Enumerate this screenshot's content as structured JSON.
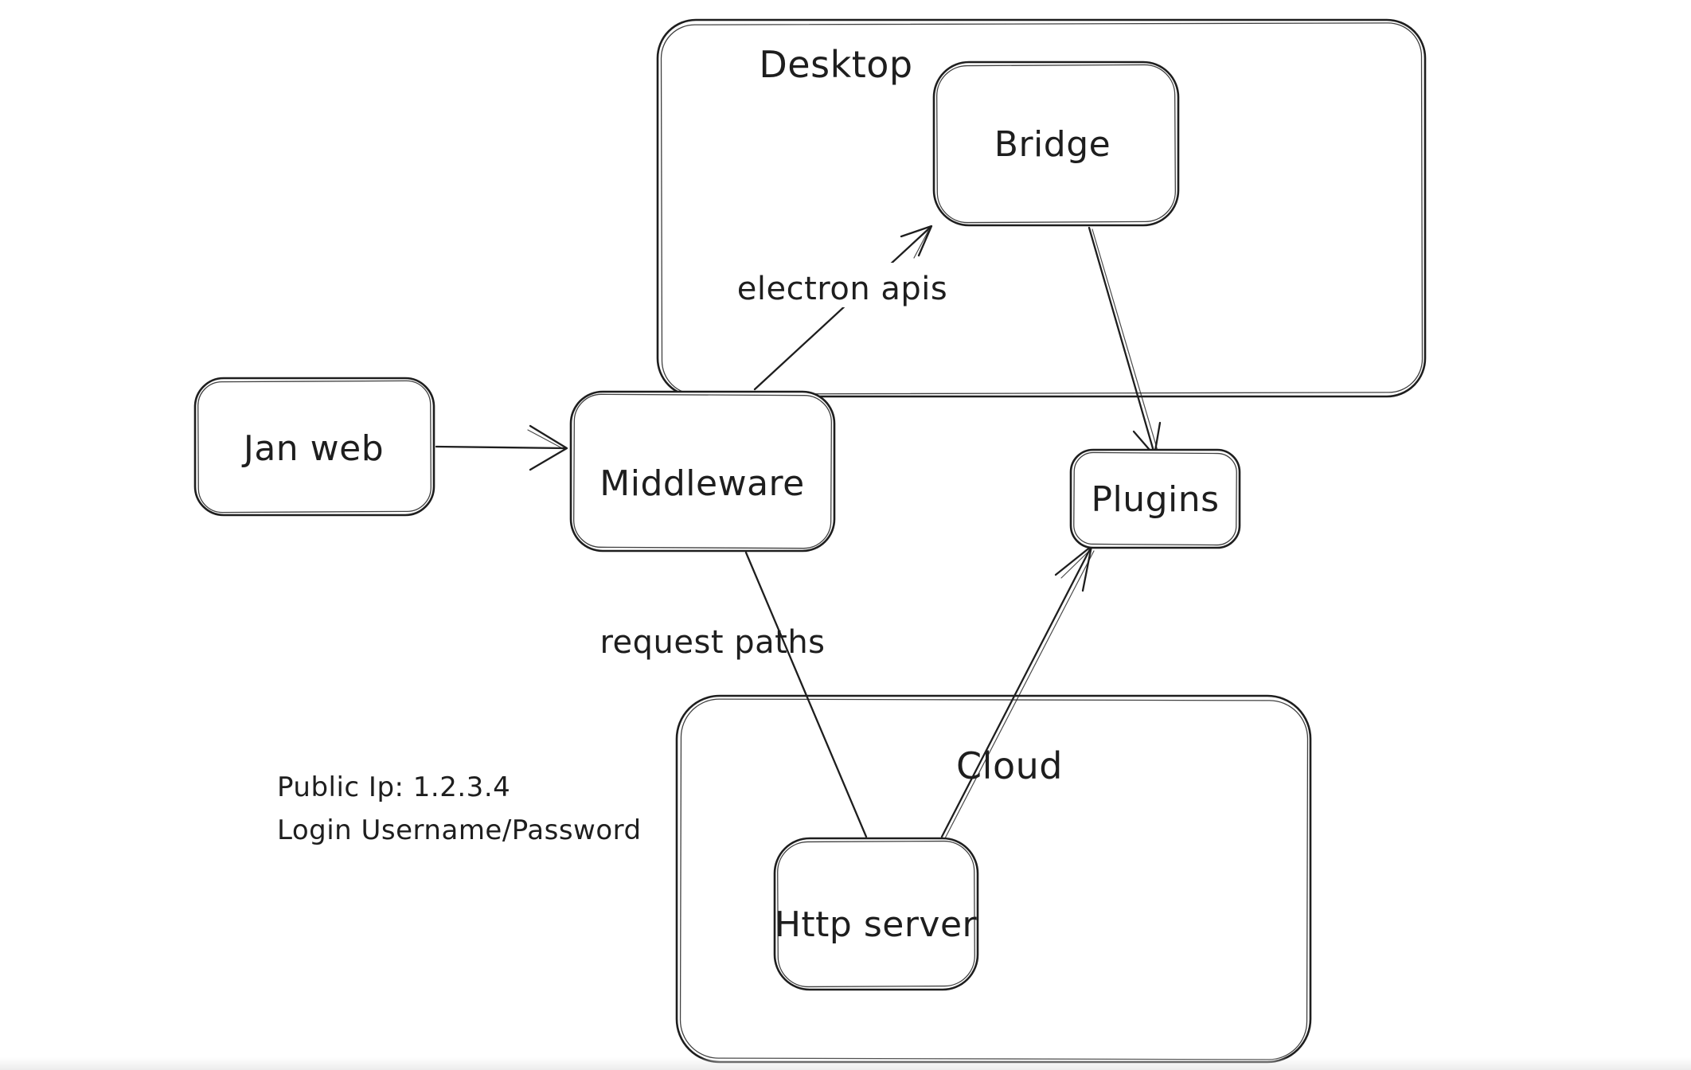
{
  "canvas": {
    "background": "#ffffff",
    "stroke_color": "#1e1e1e",
    "text_color": "#1e1e1e",
    "style": "hand-drawn whiteboard diagram"
  },
  "containers": [
    {
      "id": "desktop",
      "label": "Desktop"
    },
    {
      "id": "cloud",
      "label": "Cloud"
    }
  ],
  "nodes": [
    {
      "id": "jan-web",
      "label": "Jan web",
      "container": null
    },
    {
      "id": "middleware",
      "label": "Middleware",
      "container": null
    },
    {
      "id": "bridge",
      "label": "Bridge",
      "container": "desktop"
    },
    {
      "id": "plugins",
      "label": "Plugins",
      "container": null
    },
    {
      "id": "http-server",
      "label": "Http server",
      "container": "cloud"
    }
  ],
  "edges": [
    {
      "id": "janweb-to-middleware",
      "from": "Jan web",
      "to": "Middleware",
      "label": "",
      "arrowhead": "to"
    },
    {
      "id": "middleware-to-bridge",
      "from": "Middleware",
      "to": "Bridge",
      "label": "electron apis",
      "arrowhead": "to"
    },
    {
      "id": "bridge-to-plugins",
      "from": "Bridge",
      "to": "Plugins",
      "label": "",
      "arrowhead": "to"
    },
    {
      "id": "middleware-to-httpserver",
      "from": "Middleware",
      "to": "Http server",
      "label": "request paths",
      "arrowhead": "none"
    },
    {
      "id": "httpserver-to-plugins",
      "from": "Http server",
      "to": "Plugins",
      "label": "",
      "arrowhead": "to"
    }
  ],
  "annotations": {
    "public_ip": "Public Ip: 1.2.3.4",
    "login": "Login Username/Password"
  }
}
